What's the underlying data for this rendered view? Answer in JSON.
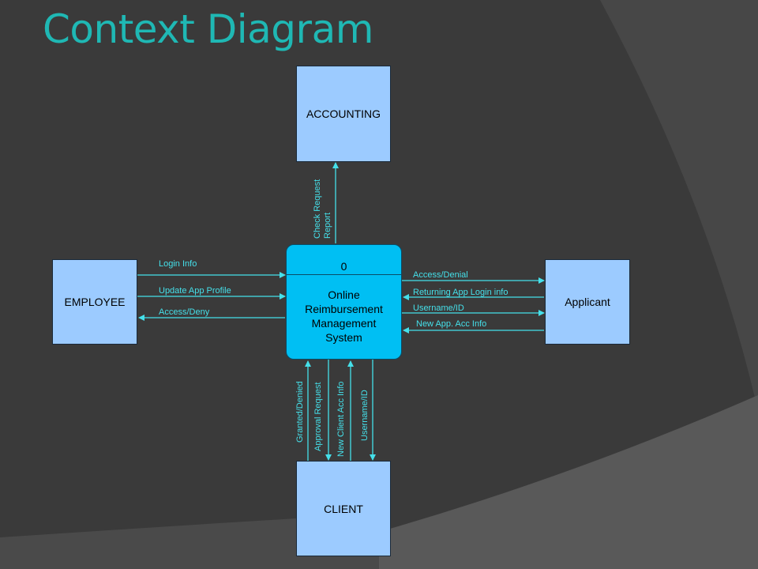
{
  "slide": {
    "title": "Context Diagram"
  },
  "entities": {
    "accounting": "ACCOUNTING",
    "employee": "EMPLOYEE",
    "applicant": "Applicant",
    "client": "CLIENT"
  },
  "process": {
    "number": "0",
    "name": "Online Reimbursement Management System"
  },
  "flows": {
    "check_request_report": "Check Request Report",
    "login_info": "Login Info",
    "update_app_profile": "Update App Profile",
    "access_deny": "Access/Deny",
    "access_denial": "Access/Denial",
    "returning_app_login": "Returning App Login info",
    "username_id_right": "Username/ID",
    "new_app_acc_info": "New App. Acc Info",
    "granted_denied": "Granted/Denied",
    "approval_request": "Approval Request",
    "new_client_acc_info": "New Client Acc Info",
    "username_id_bottom": "Username/ID"
  },
  "colors": {
    "background": "#3a3a3a",
    "title": "#1fb8b4",
    "entity_fill": "#9ccbff",
    "process_fill": "#00bff3",
    "flow_line": "#45e0ea"
  }
}
